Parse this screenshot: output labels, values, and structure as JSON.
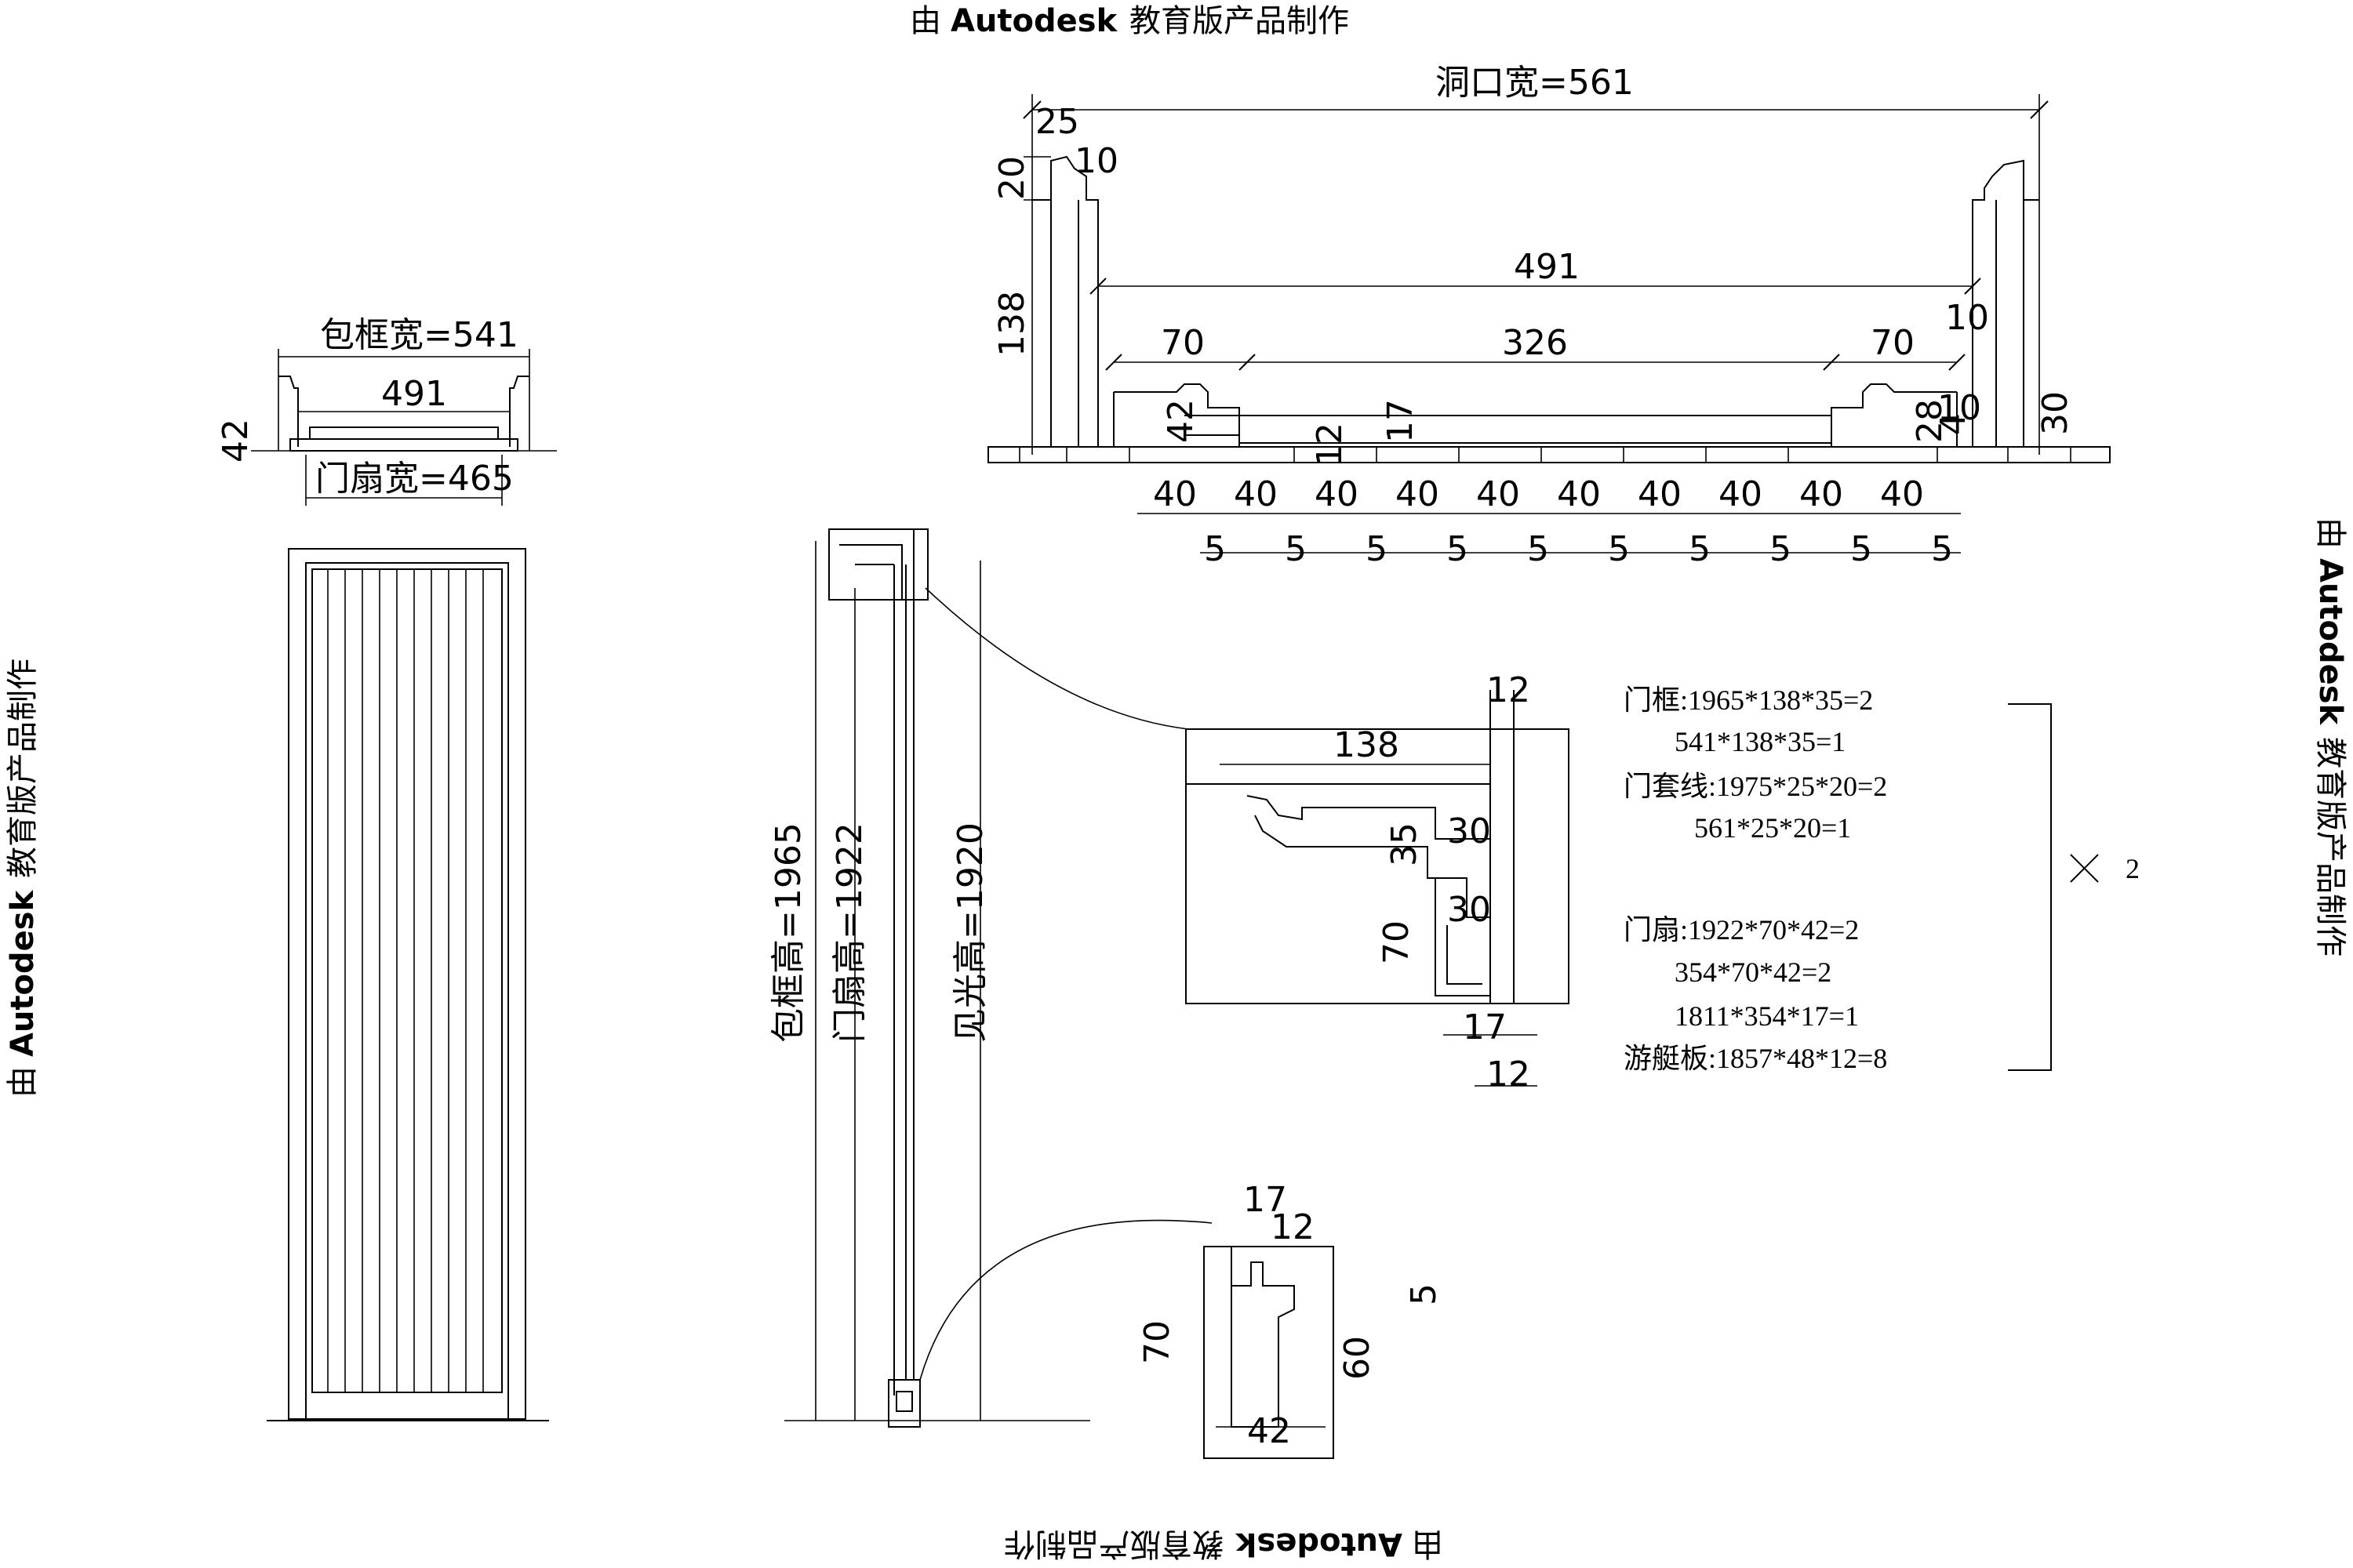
{
  "watermark": {
    "prefix": "由",
    "brand": "Autodesk",
    "suffix": "教育版产品制作"
  },
  "plan_top": {
    "opening_width": "洞口宽=561",
    "inner_width": "491",
    "panel_widths": [
      "70",
      "326",
      "70"
    ],
    "d25": "25",
    "d10a": "10",
    "d20": "20",
    "d138": "138",
    "d10b": "10",
    "d42": "42",
    "d12": "12",
    "d17": "17",
    "d28": "28",
    "d10c": "10",
    "d4": "4",
    "d30": "30",
    "strips": [
      "40",
      "40",
      "40",
      "40",
      "40",
      "40",
      "40",
      "40",
      "40",
      "40"
    ],
    "gaps": [
      "5",
      "5",
      "5",
      "5",
      "5",
      "5",
      "5",
      "5",
      "5",
      "5"
    ]
  },
  "plan_small": {
    "frame_width": "包框宽=541",
    "inner_width": "491",
    "leaf_width": "门扇宽=465",
    "d42": "42"
  },
  "section": {
    "frame_height": "包框高=1965",
    "leaf_height": "门扇高=1922",
    "light_height": "见光高=1920"
  },
  "detail_upper": {
    "d12": "12",
    "d138": "138",
    "d35": "35",
    "d30a": "30",
    "d70": "70",
    "d30b": "30",
    "d17": "17",
    "d12b": "12"
  },
  "detail_lower": {
    "d17": "17",
    "d12": "12",
    "d5": "5",
    "d70": "70",
    "d60": "60",
    "d42": "42"
  },
  "notes": [
    "门框:1965*138*35=2",
    "541*138*35=1",
    "门套线:1975*25*20=2",
    "561*25*20=1",
    "门扇:1922*70*42=2",
    "354*70*42=2",
    "1811*354*17=1",
    "游艇板:1857*48*12=8"
  ],
  "multiplier": "2"
}
